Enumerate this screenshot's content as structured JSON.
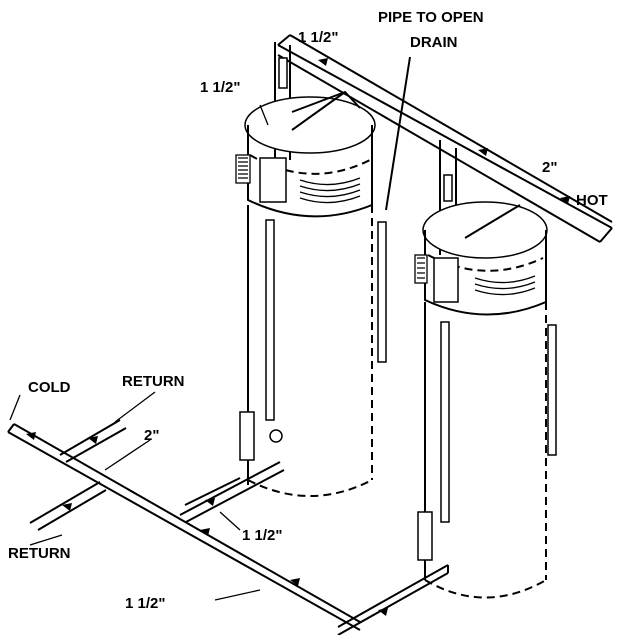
{
  "labels": {
    "pipe_to_open": "PIPE TO OPEN",
    "drain": "DRAIN",
    "top_size": "1 1/2\"",
    "left_top_size": "1 1/2\"",
    "hot_size": "2\"",
    "hot": "HOT",
    "cold": "COLD",
    "return_top": "RETURN",
    "return_bottom": "RETURN",
    "mid_size_2": "2\"",
    "mid_size_1_5": "1 1/2\"",
    "bottom_size": "1 1/2\""
  }
}
